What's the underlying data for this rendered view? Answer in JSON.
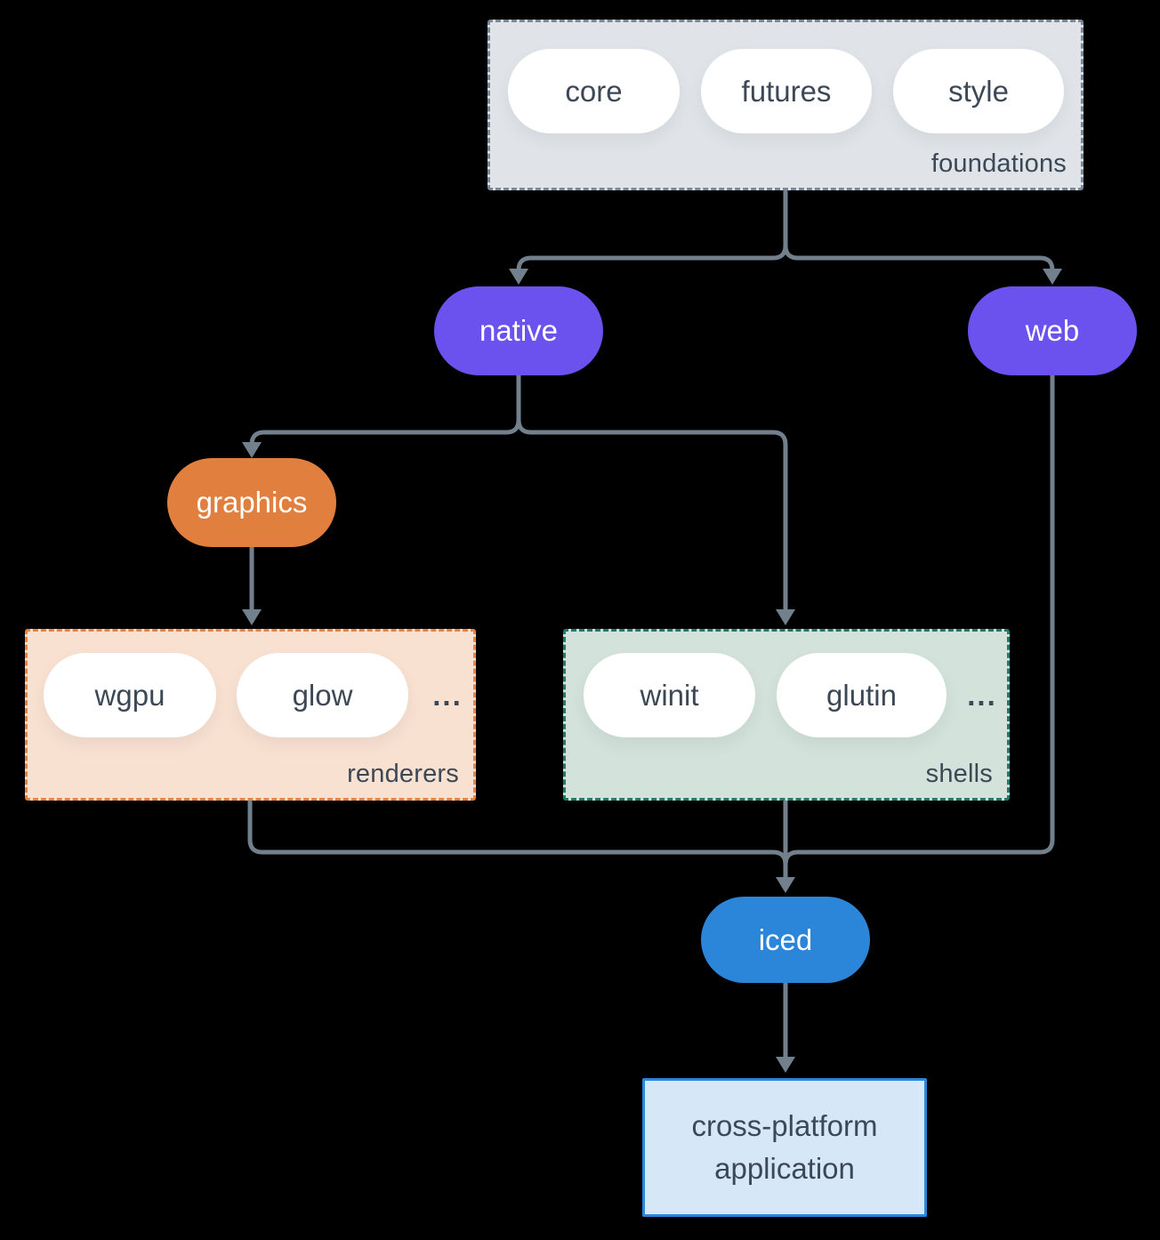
{
  "diagram": {
    "groups": {
      "foundations": {
        "label": "foundations",
        "pills": [
          "core",
          "futures",
          "style"
        ]
      },
      "renderers": {
        "label": "renderers",
        "pills": [
          "wgpu",
          "glow"
        ],
        "ellipsis": "..."
      },
      "shells": {
        "label": "shells",
        "pills": [
          "winit",
          "glutin"
        ],
        "ellipsis": "..."
      }
    },
    "nodes": {
      "native": "native",
      "web": "web",
      "graphics": "graphics",
      "iced": "iced",
      "app": "cross-platform application"
    },
    "edges": [
      {
        "from": "foundations",
        "to": "native"
      },
      {
        "from": "foundations",
        "to": "web"
      },
      {
        "from": "native",
        "to": "graphics"
      },
      {
        "from": "native",
        "to": "shells"
      },
      {
        "from": "graphics",
        "to": "renderers"
      },
      {
        "from": "renderers",
        "to": "iced"
      },
      {
        "from": "shells",
        "to": "iced"
      },
      {
        "from": "web",
        "to": "iced"
      },
      {
        "from": "iced",
        "to": "cross-platform application"
      }
    ],
    "colors": {
      "background": "#000000",
      "arrow": "#72808e",
      "purple": "#6b52ee",
      "orange": "#e07f3e",
      "blue": "#2b86d9",
      "foundations_fill": "#e0e4e8",
      "foundations_border": "#7b8898",
      "renderers_fill": "#f9e1d1",
      "renderers_border": "#e8823e",
      "shells_fill": "#d3e2db",
      "shells_border": "#207a68",
      "app_fill": "#d6e7f8",
      "app_border": "#2b86d9",
      "node_fill": "#ffffff",
      "text_dark": "#3c4856"
    }
  }
}
